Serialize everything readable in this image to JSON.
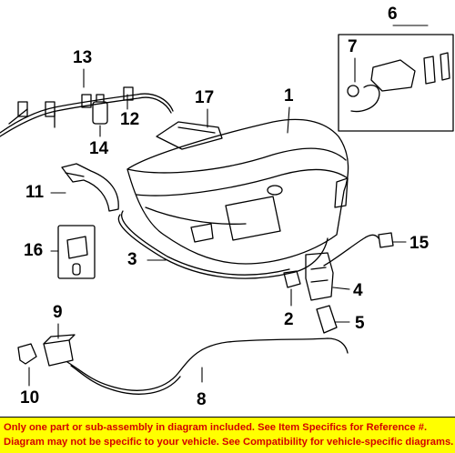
{
  "callouts": {
    "c1": "1",
    "c2": "2",
    "c3": "3",
    "c4": "4",
    "c5": "5",
    "c6": "6",
    "c7": "7",
    "c8": "8",
    "c9": "9",
    "c10": "10",
    "c11": "11",
    "c12": "12",
    "c13": "13",
    "c14": "14",
    "c15": "15",
    "c16": "16",
    "c17": "17"
  },
  "banner": {
    "line1": "Only one part or sub-assembly in diagram included. See Item Specifics for Reference #.",
    "line2": "Diagram may not be specific to your vehicle. See Compatibility for vehicle-specific diagrams."
  },
  "colors": {
    "line": "#000000",
    "banner_bg": "#ffff00",
    "banner_text": "#d40000"
  }
}
